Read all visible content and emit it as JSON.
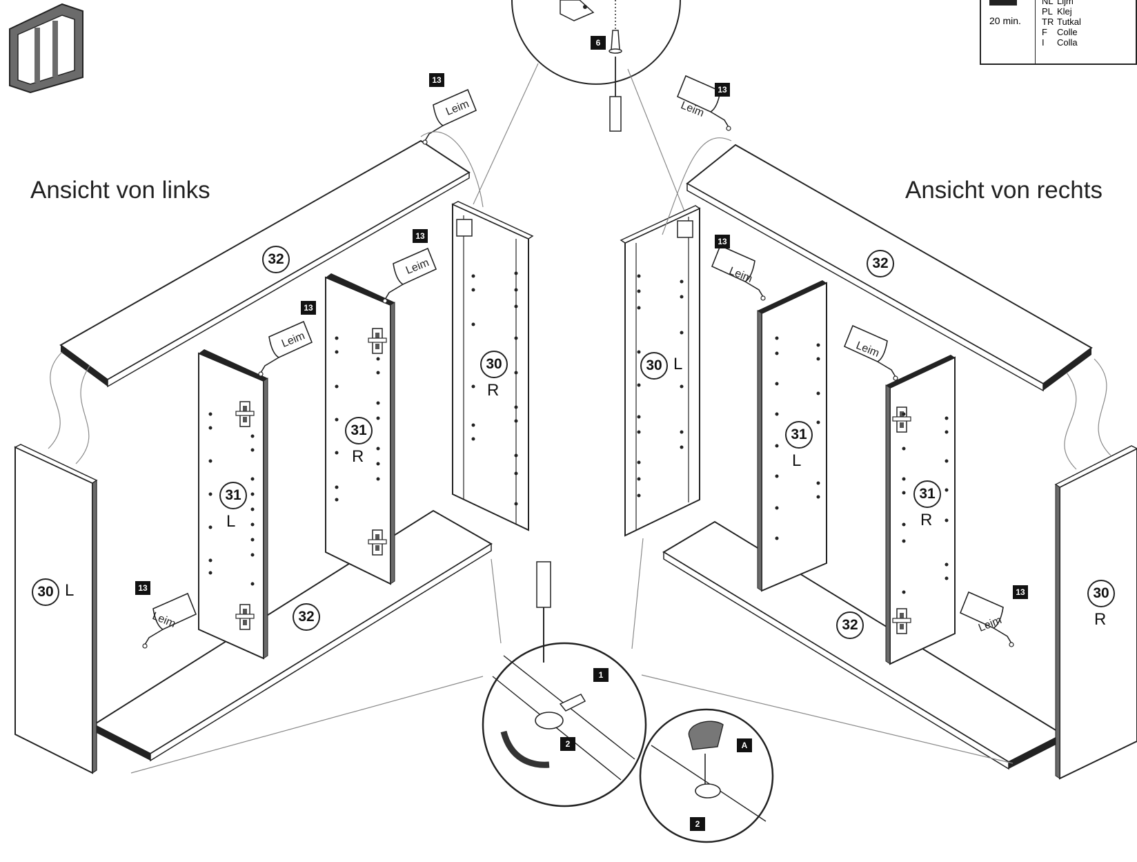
{
  "views": {
    "left_title": "Ansicht von links",
    "right_title": "Ansicht von rechts"
  },
  "legend": {
    "time": "20 min.",
    "rows": [
      {
        "code": "NL",
        "word": "Lijm"
      },
      {
        "code": "PL",
        "word": "Klej"
      },
      {
        "code": "TR",
        "word": "Tutkal"
      },
      {
        "code": "F",
        "word": "Colle"
      },
      {
        "code": "I",
        "word": "Colla"
      }
    ]
  },
  "glue_label": "Leim",
  "parts": {
    "p30": "30",
    "p31": "31",
    "p32": "32",
    "side_L": "L",
    "side_R": "R"
  },
  "hardware": {
    "b13": "13",
    "b6": "6",
    "b1": "1",
    "b2": "2",
    "bA": "A"
  },
  "colors": {
    "ink": "#222222",
    "panel_gray": "#6b6b6b",
    "guide_line": "#888888"
  }
}
